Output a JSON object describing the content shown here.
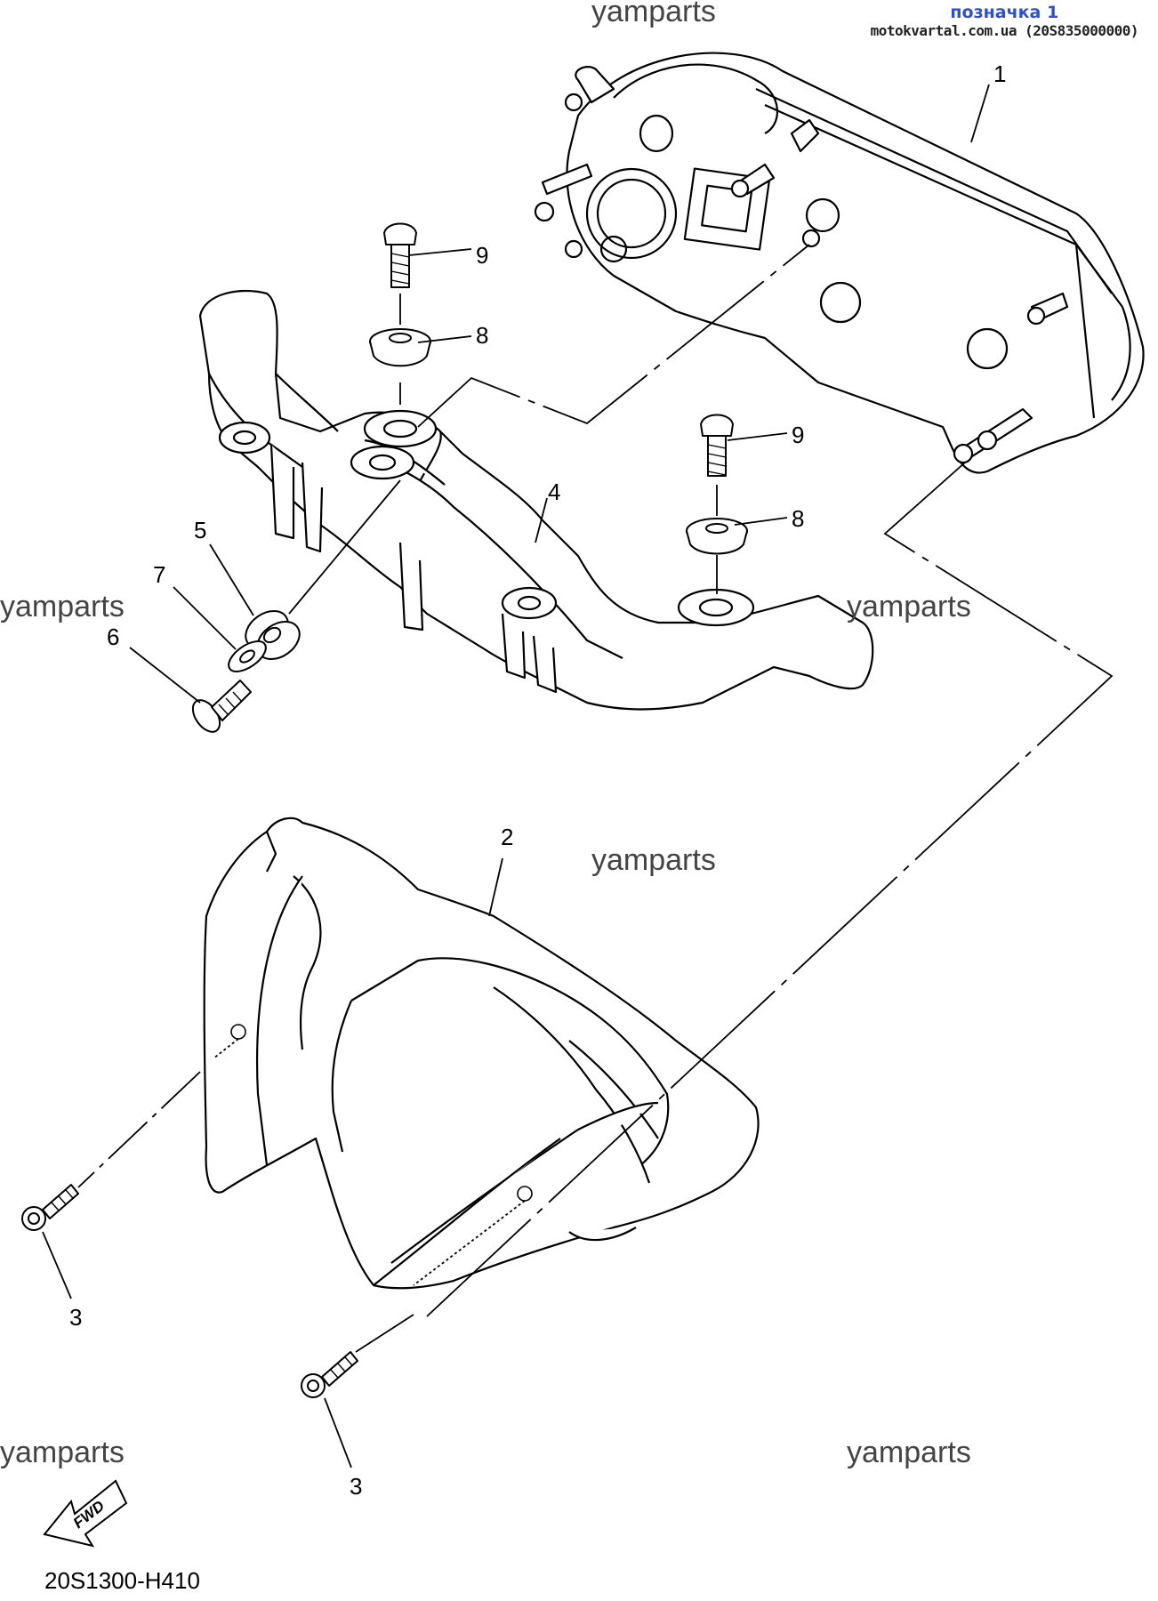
{
  "header": {
    "label": "позначка 1",
    "source": "motokvartal.com.ua (20S835000000)"
  },
  "watermark": "yamparts",
  "parts": [
    {
      "number": "1"
    },
    {
      "number": "2"
    },
    {
      "number": "3"
    },
    {
      "number": "4"
    },
    {
      "number": "5"
    },
    {
      "number": "6"
    },
    {
      "number": "7"
    },
    {
      "number": "8"
    },
    {
      "number": "9"
    }
  ],
  "fwd_label": "FWD",
  "diagram_code": "20S1300-H410",
  "colors": {
    "line": "#000000",
    "watermark": "#444444",
    "header_accent": "#2b4fcf"
  }
}
